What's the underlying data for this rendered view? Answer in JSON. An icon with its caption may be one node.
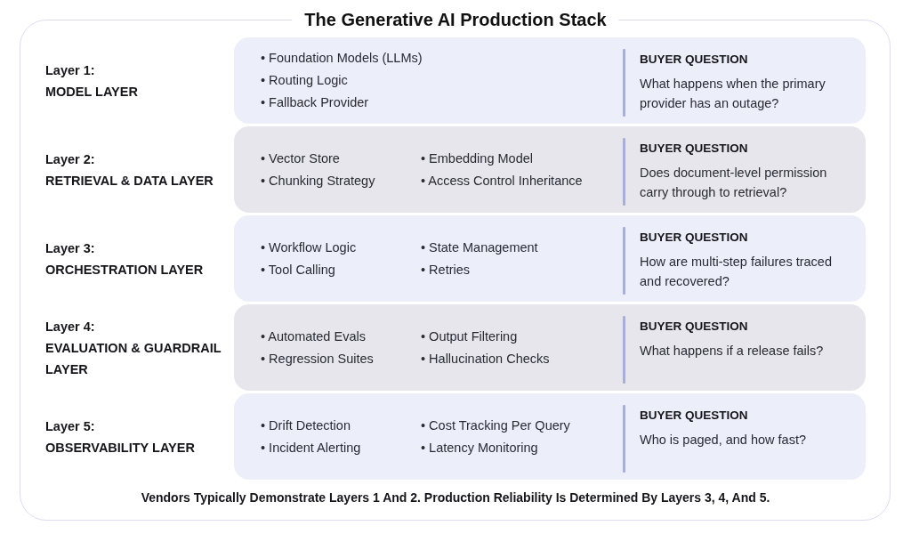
{
  "diagram": {
    "title": "The Generative AI Production Stack",
    "nodes": [
      {
        "text": [
          "• Foundation Models (LLMs)",
          "• Routing Logic",
          "• Fallback Provider",
          "BUYER QUESTION",
          "What happens when the primary provider has an outage?"
        ],
        "beside": [
          "Layer 1:",
          "MODEL LAYER"
        ]
      },
      {
        "text": [
          "• Vector Store",
          "• Chunking Strategy",
          "• Embedding Model",
          "• Access Control Inheritance",
          "BUYER QUESTION",
          "Does document-level permission carry through to retrieval?"
        ],
        "beside": [
          "Layer 2:",
          "RETRIEVAL & DATA LAYER"
        ]
      },
      {
        "text": [
          "• Workflow Logic",
          "• Tool Calling",
          "• State Management",
          "• Retries",
          "BUYER QUESTION",
          "How are multi-step failures traced and recovered?"
        ],
        "beside": [
          "Layer 3:",
          "ORCHESTRATION LAYER"
        ]
      },
      {
        "text": [
          "• Automated Evals",
          "• Regression Suites",
          "• Output Filtering",
          "• Hallucination Checks",
          "BUYER QUESTION",
          "What happens if a release fails?"
        ],
        "beside": [
          "Layer 4:",
          "EVALUATION & GUARDRAIL LAYER"
        ]
      },
      {
        "text": [
          "• Drift Detection",
          "• Incident Alerting",
          "• Cost Tracking Per Query",
          "• Latency Monitoring",
          "BUYER QUESTION",
          "Who is paged, and how fast?"
        ],
        "beside": [
          "Layer 5:",
          "OBSERVABILITY LAYER"
        ]
      }
    ],
    "caption": "Vendors Typically Demonstrate Layers 1 And 2. Production Reliability Is Determined By Layers 3, 4, And 5."
  }
}
